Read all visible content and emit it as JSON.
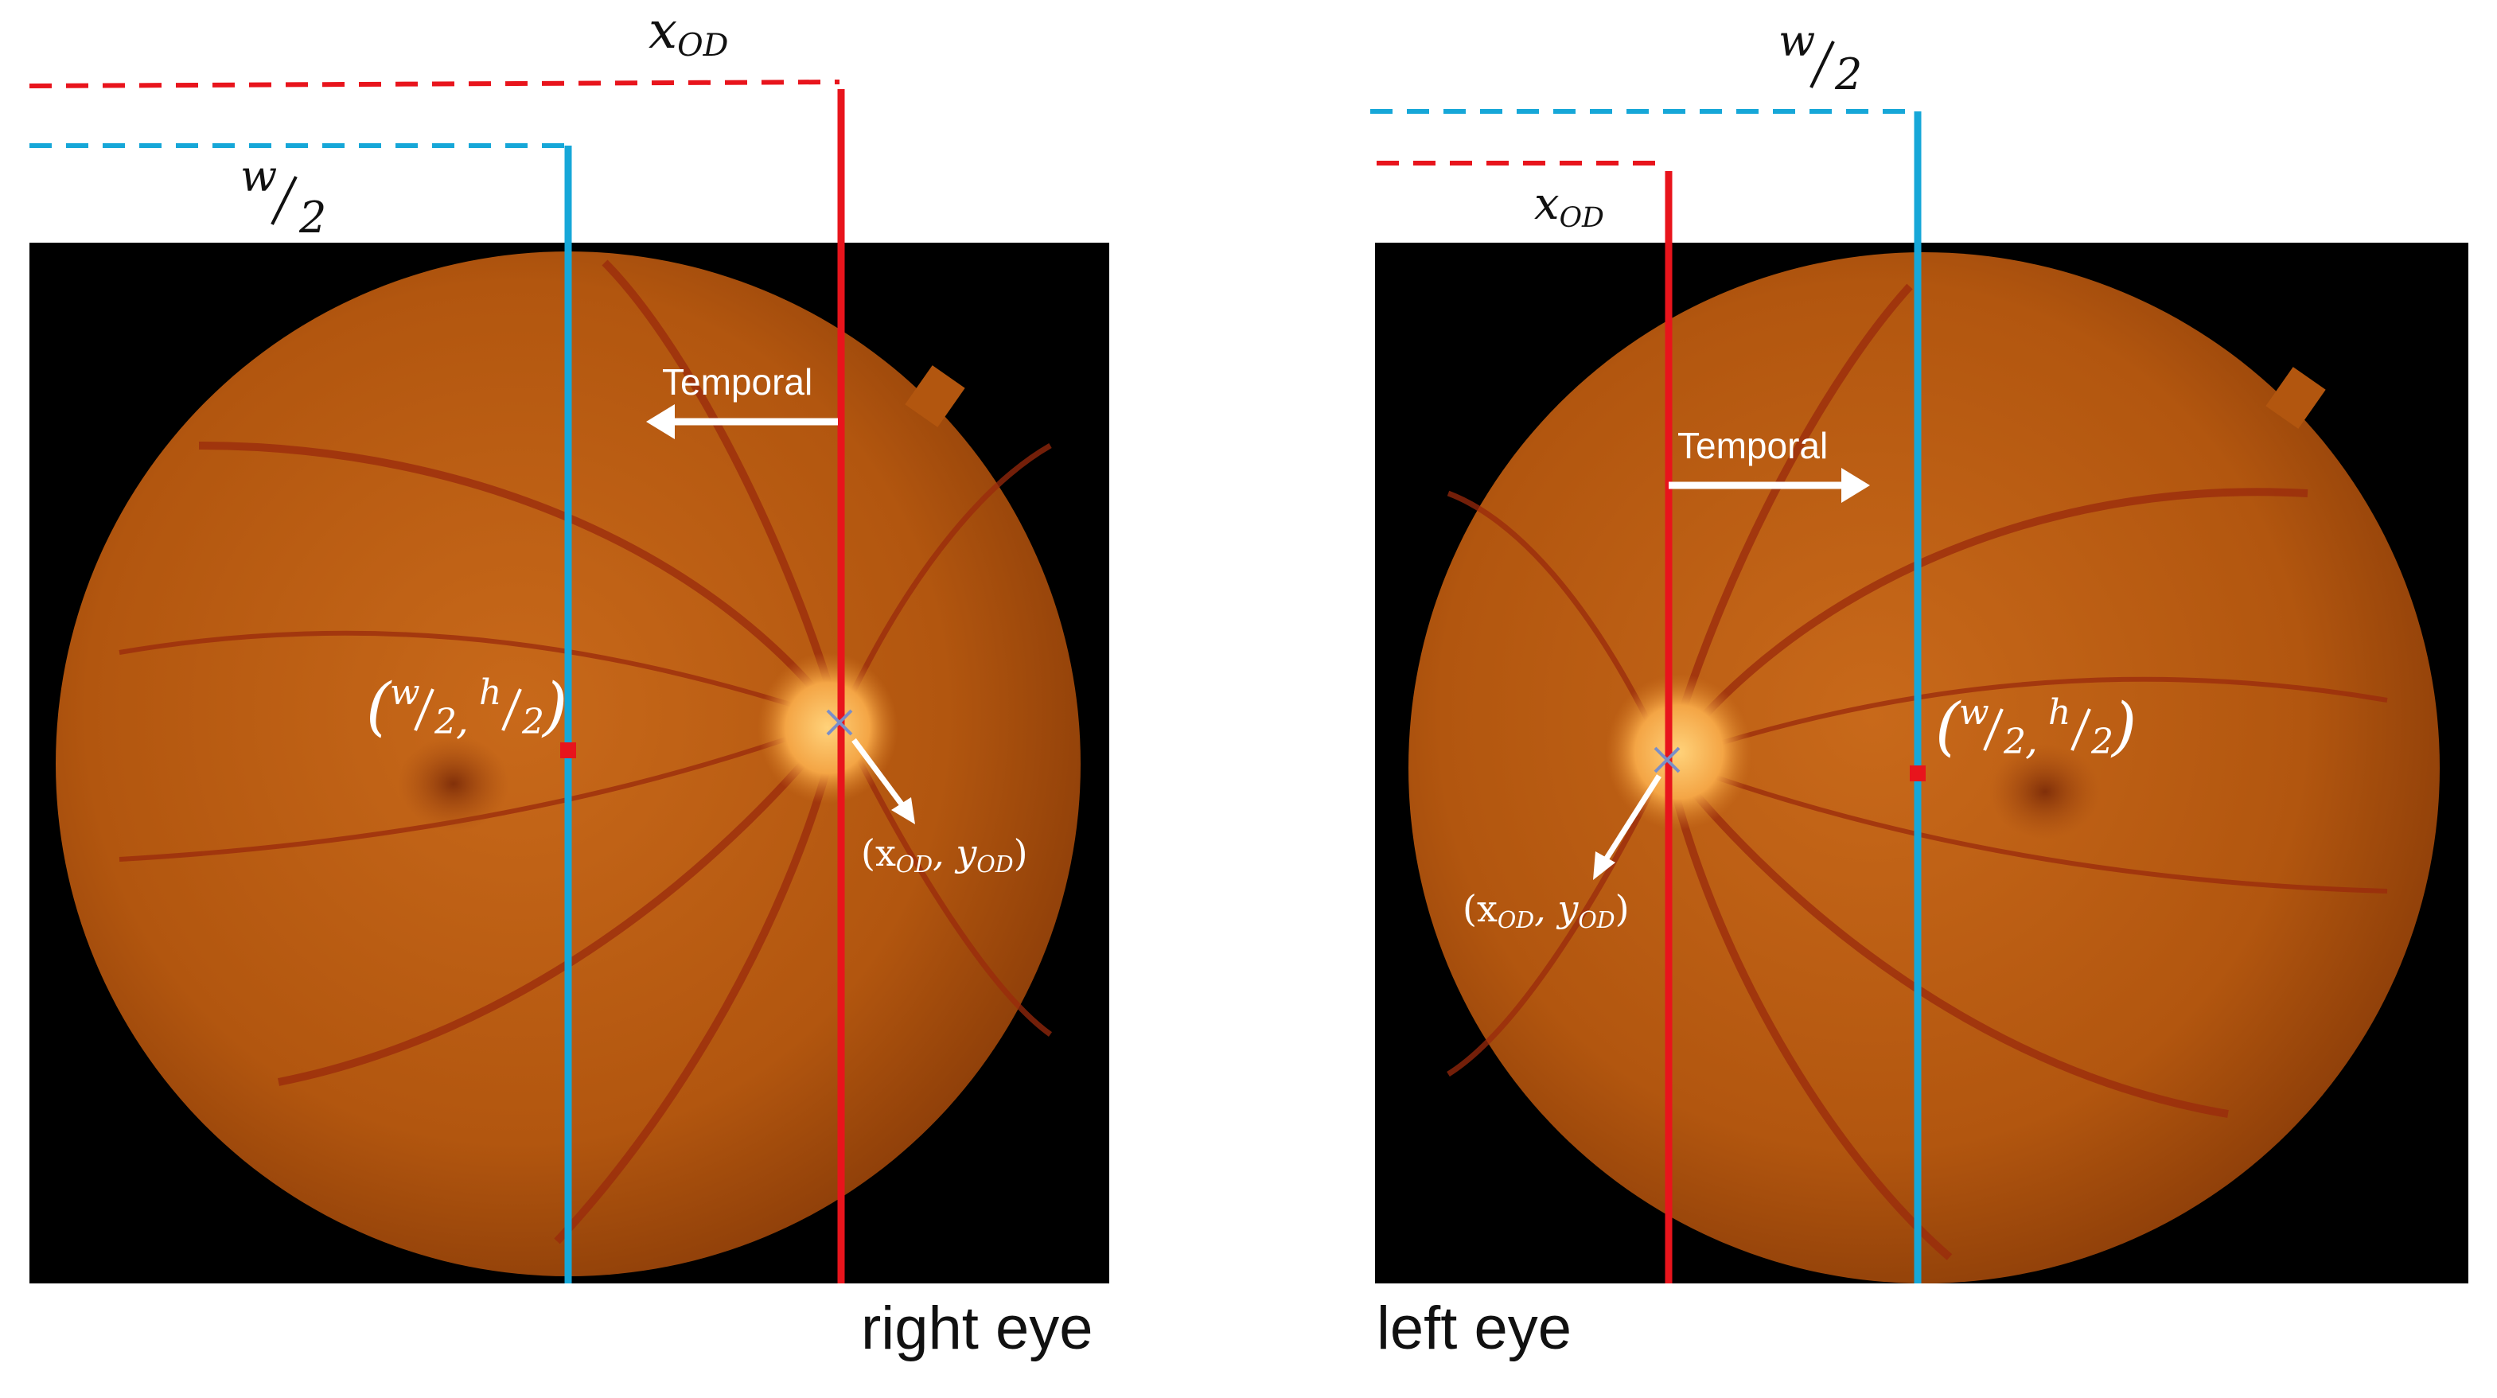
{
  "labels": {
    "x_od": "x",
    "x_od_sub": "OD",
    "w": "w",
    "two": "2",
    "h": "h",
    "temporal": "Temporal",
    "od_coord": "(x",
    "od_coord_sub1": "OD",
    "od_coord_mid": ", y",
    "od_coord_sub2": "OD",
    "od_coord_end": ")",
    "center_open": "(",
    "center_comma": ",",
    "center_close": ")"
  },
  "panels": {
    "right": {
      "caption": "right eye"
    },
    "left": {
      "caption": "left eye"
    }
  },
  "colors": {
    "od_line": "#e8141c",
    "center_line": "#16a7d8",
    "fundus": "#c06012",
    "background": "#000000",
    "arrow": "#ffffff"
  }
}
